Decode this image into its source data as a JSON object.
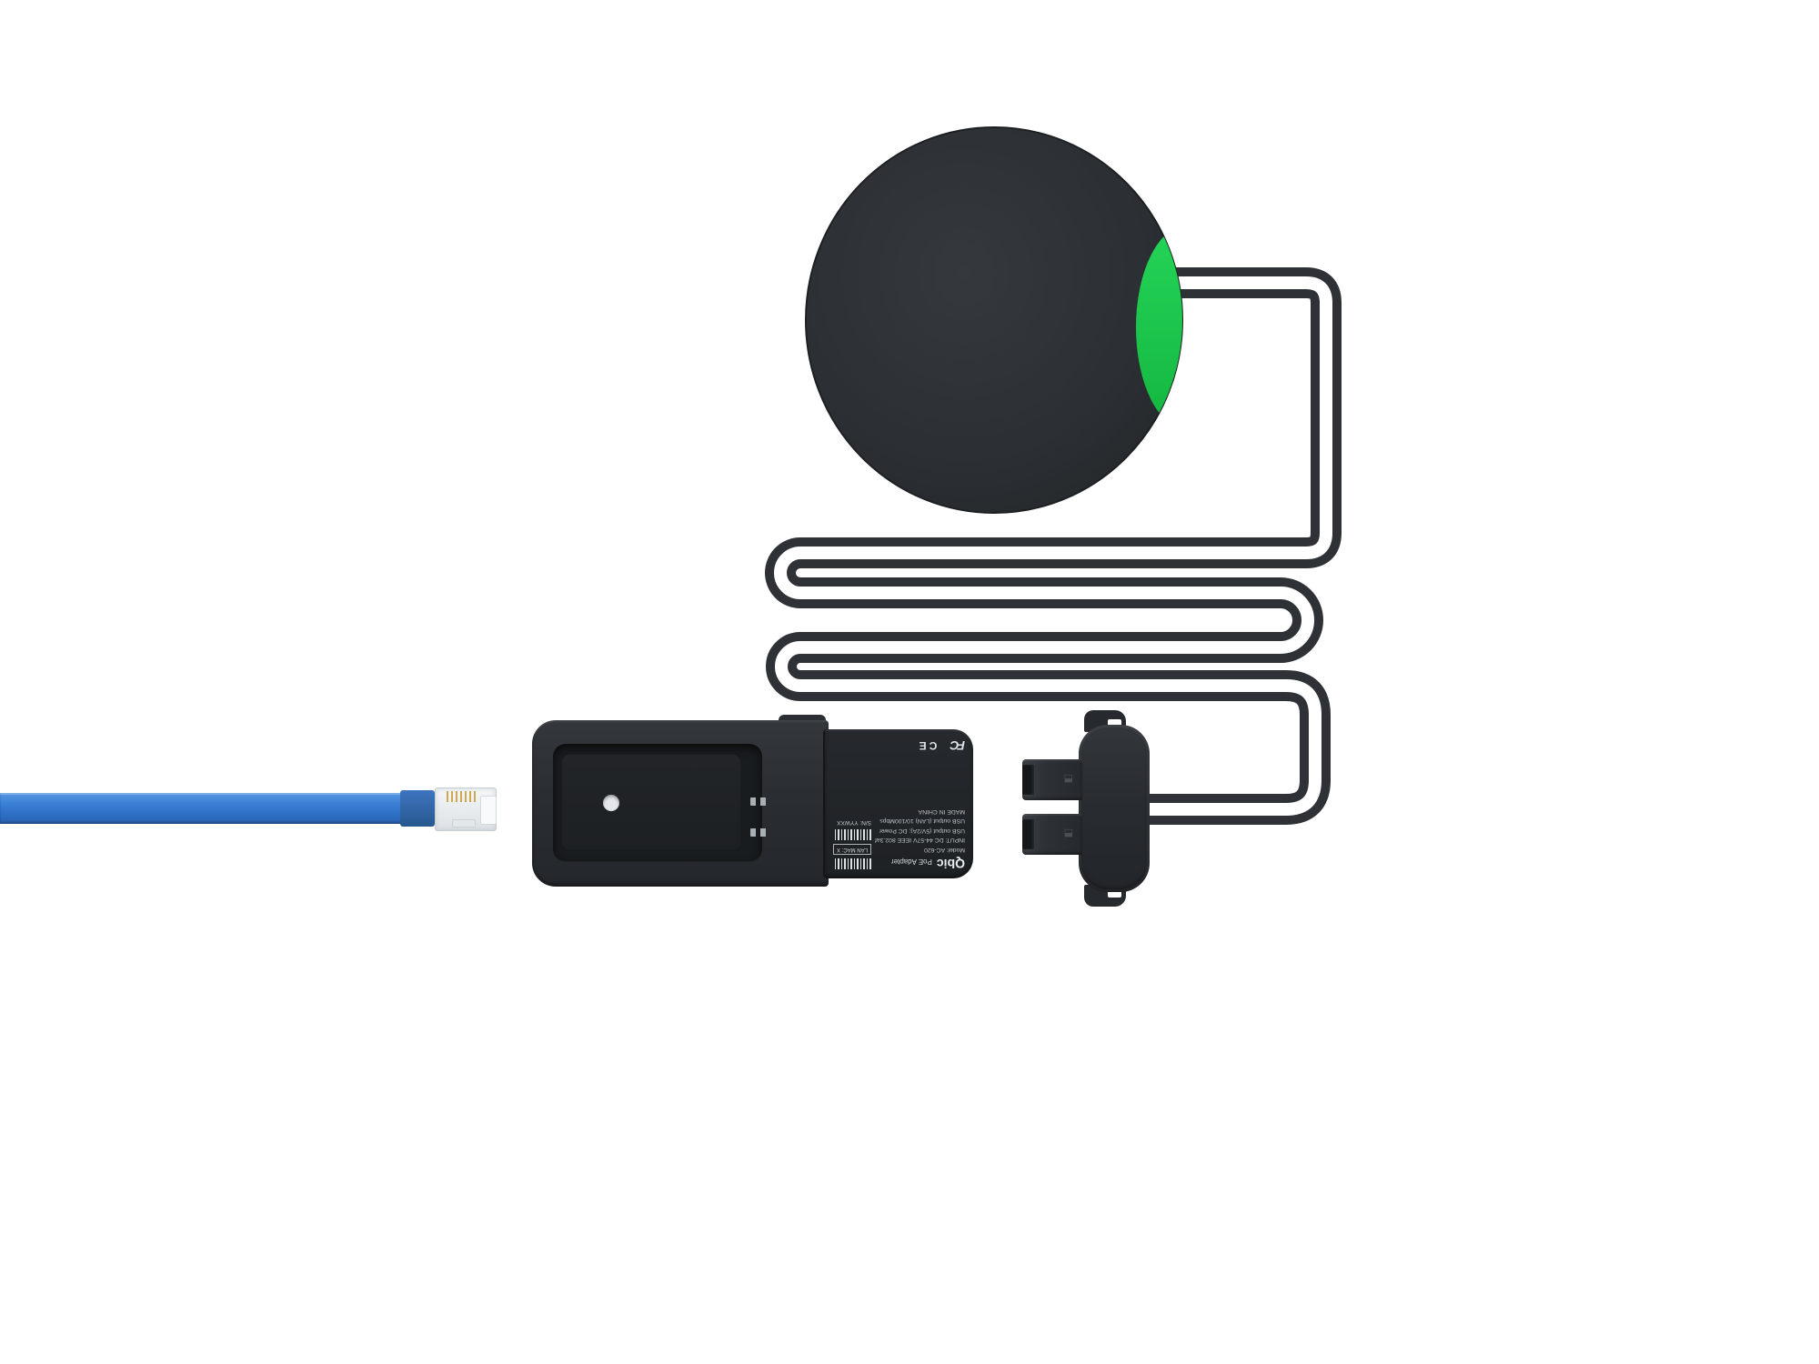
{
  "product_photo": {
    "label": {
      "brand": "Qbic",
      "product": "PoE Adapter",
      "model": "Model: AC-620",
      "input": "INPUT: DC 44-57V IEEE 802.3af",
      "usb_power": "USB output (5V/2A); DC Power",
      "usb_lan": "USB output (LAN)  10/100Mbps",
      "made_in": "MADE IN CHINA",
      "lan_mac": "LAN MAC: X",
      "serial": "S/N: YYWXX",
      "fcc_mark": "FC",
      "ce_mark": "CE"
    },
    "colors": {
      "device_body": "#2a2e32",
      "accent_green": "#1ec84e",
      "cable_blue": "#3a80d6",
      "background": "#ffffff"
    }
  }
}
